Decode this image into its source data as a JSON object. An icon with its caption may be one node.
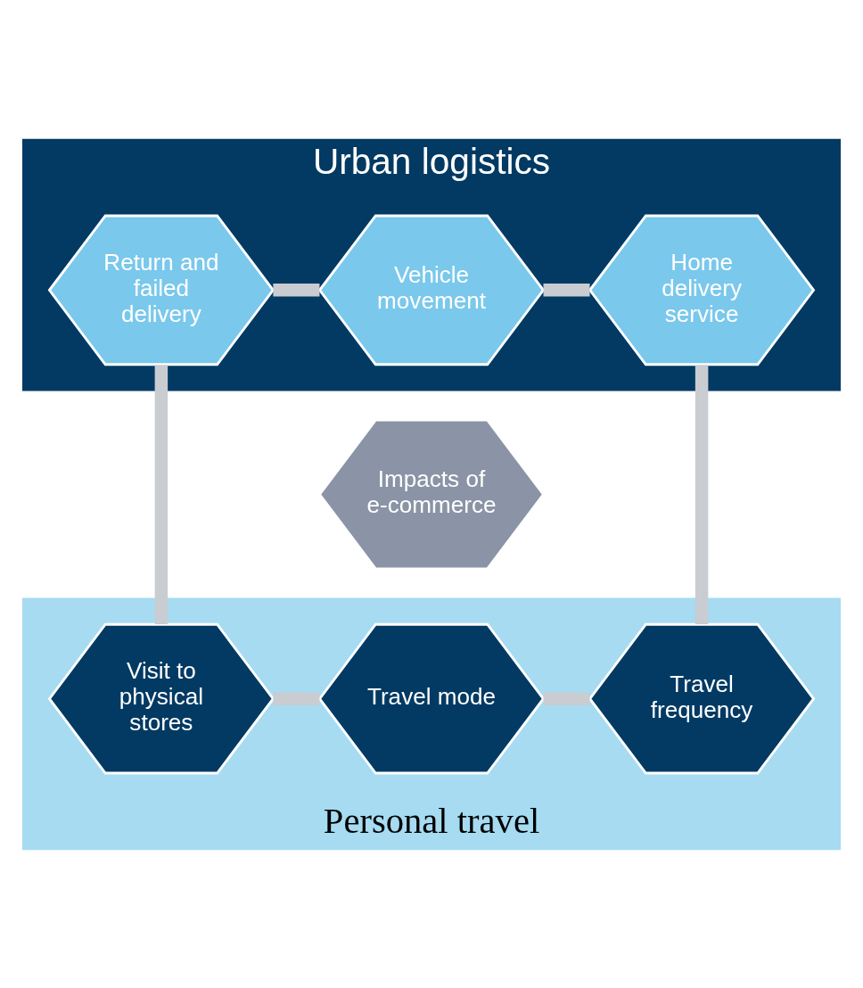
{
  "diagram": {
    "nodes": [
      {
        "text": [
          "Urban logistics"
        ]
      },
      {
        "text": [
          "Vehicle movement"
        ],
        "in": 0
      },
      {
        "text": [
          "Return and failed delivery"
        ],
        "in": 0
      },
      {
        "text": [
          "Home delivery service"
        ],
        "in": 0
      },
      {
        "text": [
          "Impacts of e-commerce"
        ]
      },
      {
        "text": [
          "Personal travel"
        ]
      },
      {
        "text": [
          "Visit to physical stores"
        ],
        "in": 5
      },
      {
        "text": [
          "Travel frequency"
        ],
        "in": 5
      },
      {
        "text": [
          "Travel mode"
        ],
        "in": 5
      }
    ],
    "edges": [
      {
        "from": 1,
        "to": 3,
        "arrow": "none"
      },
      {
        "from": 3,
        "to": 7,
        "arrow": "none"
      },
      {
        "from": 7,
        "to": 8,
        "arrow": "none"
      },
      {
        "from": 8,
        "to": 6,
        "arrow": "none"
      },
      {
        "from": 6,
        "to": 2,
        "arrow": "none"
      },
      {
        "from": 2,
        "to": 1,
        "arrow": "none"
      }
    ]
  }
}
